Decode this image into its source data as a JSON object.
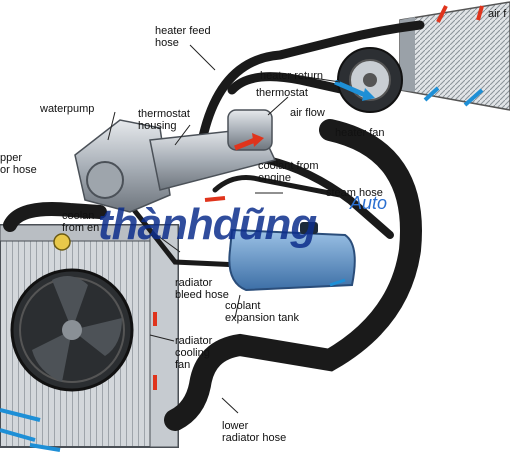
{
  "labels": {
    "heater_feed_hose": "heater feed\nhose",
    "air_flow_top": "air f",
    "heater_return": "heater return",
    "thermostat": "thermostat",
    "air_flow": "air flow",
    "heater_fan": "heater fan",
    "waterpump": "waterpump",
    "thermostat_housing": "thermostat\nhousing",
    "upper_hose": "pper\nor hose",
    "coolant_from_engine": "coolant from\nengine",
    "steam_hose": "steam hose",
    "coolant_from_engine_left": "coolan\nfrom en",
    "radiator_bleed_hose": "radiator\nbleed hose",
    "coolant_expansion_tank": "coolant\nexpansion tank",
    "radiator_cooling_fan": "radiator\ncooling\nfan",
    "lower_radiator_hose": "lower\nradiator hose"
  },
  "watermark": {
    "brand": "thànhdũng",
    "tag": "Auto"
  },
  "colors": {
    "hose": "#1a1a1a",
    "flow_blue": "#1e8fd6",
    "flow_red": "#e0341c",
    "tank": "#4a7fb3",
    "watermark": "#0d2e8c"
  }
}
